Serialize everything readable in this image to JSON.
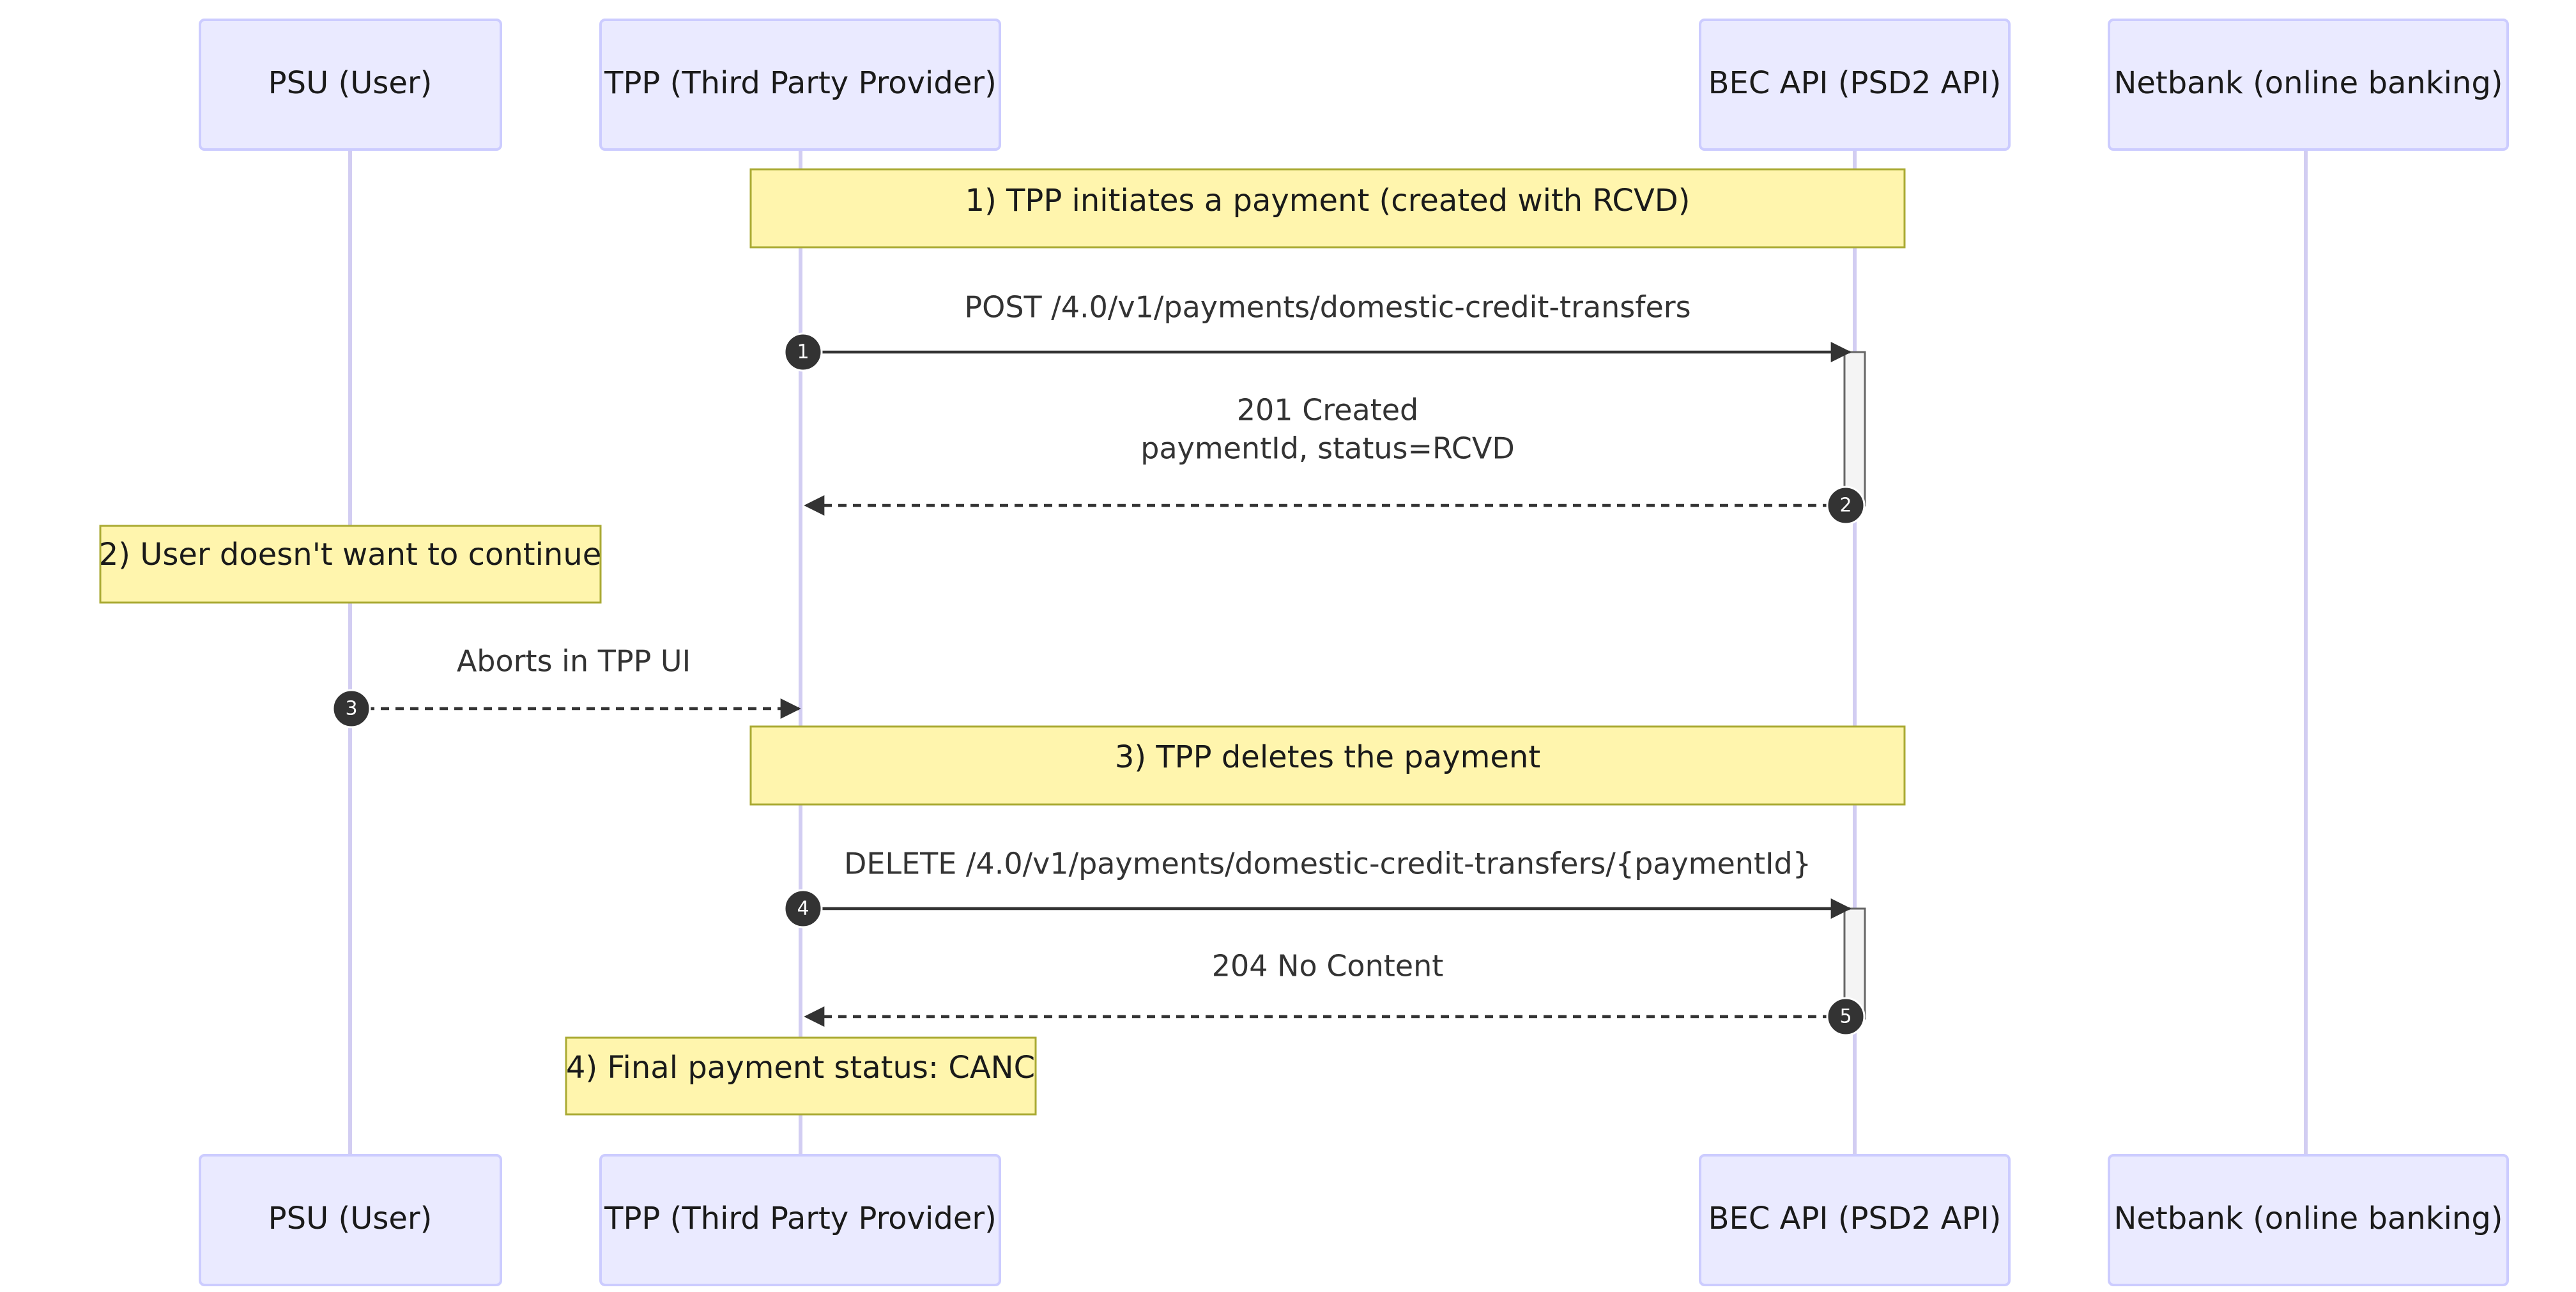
{
  "participants": [
    {
      "id": "psu",
      "label": "PSU (User)"
    },
    {
      "id": "tpp",
      "label": "TPP (Third Party Provider)"
    },
    {
      "id": "bec",
      "label": "BEC API (PSD2 API)"
    },
    {
      "id": "netbank",
      "label": "Netbank (online banking)"
    }
  ],
  "notes": [
    {
      "id": "note-1",
      "text": "1) TPP initiates a payment (created with RCVD)"
    },
    {
      "id": "note-2",
      "text": "2) User doesn't want to continue"
    },
    {
      "id": "note-3",
      "text": "3) TPP deletes the payment"
    },
    {
      "id": "note-4",
      "text": "4) Final payment status: CANC"
    }
  ],
  "messages": [
    {
      "number": "1",
      "from": "tpp",
      "to": "bec",
      "style": "solid",
      "lines": [
        "POST /4.0/v1/payments/domestic-credit-transfers"
      ]
    },
    {
      "number": "2",
      "from": "bec",
      "to": "tpp",
      "style": "dashed",
      "lines": [
        "201 Created",
        "paymentId, status=RCVD"
      ]
    },
    {
      "number": "3",
      "from": "psu",
      "to": "tpp",
      "style": "dashed",
      "lines": [
        "Aborts in TPP UI"
      ]
    },
    {
      "number": "4",
      "from": "tpp",
      "to": "bec",
      "style": "solid",
      "lines": [
        "DELETE /4.0/v1/payments/domestic-credit-transfers/{paymentId}"
      ]
    },
    {
      "number": "5",
      "from": "bec",
      "to": "tpp",
      "style": "dashed",
      "lines": [
        "204 No Content"
      ]
    }
  ],
  "colors": {
    "actor_fill": "#eaeaff",
    "actor_stroke": "#ccccff",
    "lifeline": "#d2cdf2",
    "note_fill": "#fff5ad",
    "note_stroke": "#aaaa33",
    "message": "#333333"
  }
}
